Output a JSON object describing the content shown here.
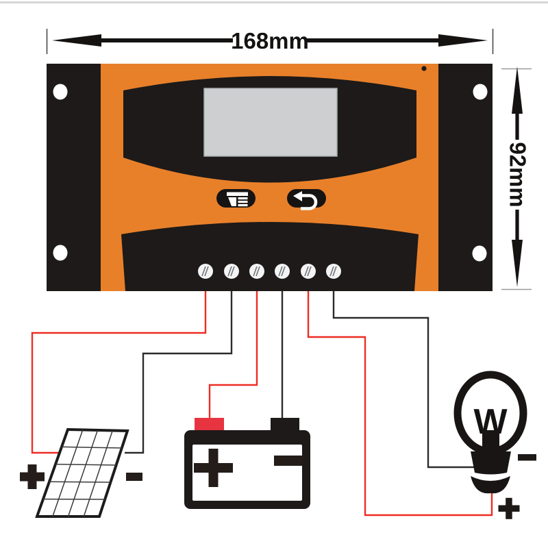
{
  "dimensions": {
    "width_label": "168mm",
    "height_label": "92mm"
  },
  "colors": {
    "body_orange": "#e8802a",
    "panel_black": "#1d1a19",
    "screen_gray": "#cdcfd1",
    "wire_positive_red": "#ee2d23",
    "wire_negative_black": "#2b2b2b",
    "battery_positive_terminal_red": "#e73440",
    "terminal_screw_white": "#f4f4f4"
  },
  "controller": {
    "terminal_count": "6",
    "buttons": [
      {
        "id": "menu",
        "icon": "menu-press-icon"
      },
      {
        "id": "back",
        "icon": "back-arrow-icon"
      }
    ]
  },
  "components": {
    "solar_panel": {
      "positive_label": "+",
      "negative_label": "-"
    },
    "battery": {
      "positive_label": "+",
      "negative_label": "-"
    },
    "bulb": {
      "filament_glyph": "W",
      "negative_label": "-",
      "positive_label": "+"
    }
  },
  "wiring": [
    {
      "terminal": 1,
      "color": "red",
      "to": "solar panel +"
    },
    {
      "terminal": 2,
      "color": "black",
      "to": "solar panel -"
    },
    {
      "terminal": 3,
      "color": "red",
      "to": "battery +"
    },
    {
      "terminal": 4,
      "color": "black",
      "to": "battery -"
    },
    {
      "terminal": 5,
      "color": "red",
      "to": "bulb +"
    },
    {
      "terminal": 6,
      "color": "black",
      "to": "bulb -"
    }
  ]
}
